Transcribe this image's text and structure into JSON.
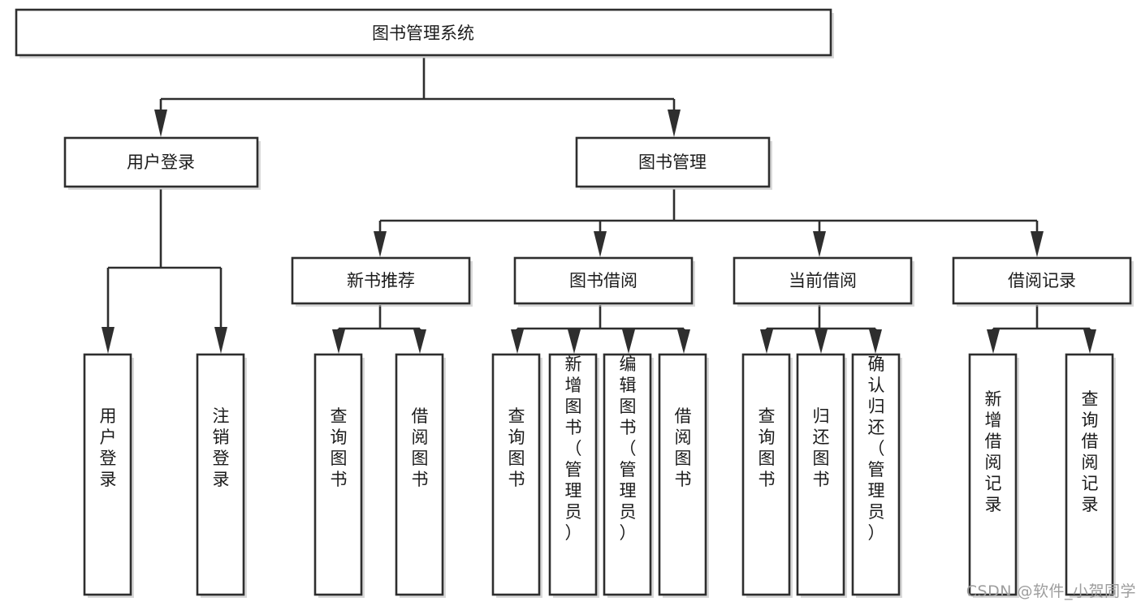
{
  "diagram": {
    "title": "图书管理系统",
    "type": "tree-hierarchy-diagram",
    "colors": {
      "box_stroke": "#2e2e2e",
      "box_fill": "#ffffff",
      "text": "#1b1b1b",
      "background": "#ffffff",
      "watermark": "#9d9d9d"
    },
    "root": {
      "label": "图书管理系统",
      "orientation": "horizontal"
    },
    "level2": [
      {
        "label": "用户登录",
        "orientation": "horizontal"
      },
      {
        "label": "图书管理",
        "orientation": "horizontal"
      }
    ],
    "level3": [
      {
        "label": "新书推荐",
        "orientation": "horizontal",
        "parent": "图书管理"
      },
      {
        "label": "图书借阅",
        "orientation": "horizontal",
        "parent": "图书管理"
      },
      {
        "label": "当前借阅",
        "orientation": "horizontal",
        "parent": "图书管理"
      },
      {
        "label": "借阅记录",
        "orientation": "horizontal",
        "parent": "图书管理"
      }
    ],
    "leaves": {
      "user_login": [
        {
          "label": "用户登录",
          "orientation": "vertical"
        },
        {
          "label": "注销登录",
          "orientation": "vertical"
        }
      ],
      "new_book_recommend": [
        {
          "label": "查询图书",
          "orientation": "vertical"
        },
        {
          "label": "借阅图书",
          "orientation": "vertical"
        }
      ],
      "book_borrow": [
        {
          "label": "查询图书",
          "orientation": "vertical"
        },
        {
          "label": "新增图书（管理员）",
          "orientation": "vertical"
        },
        {
          "label": "编辑图书（管理员）",
          "orientation": "vertical"
        },
        {
          "label": "借阅图书",
          "orientation": "vertical"
        }
      ],
      "current_borrow": [
        {
          "label": "查询图书",
          "orientation": "vertical"
        },
        {
          "label": "归还图书",
          "orientation": "vertical"
        },
        {
          "label": "确认归还（管理员）",
          "orientation": "vertical"
        }
      ],
      "borrow_record": [
        {
          "label": "新增借阅记录",
          "orientation": "vertical"
        },
        {
          "label": "查询借阅记录",
          "orientation": "vertical"
        }
      ]
    }
  },
  "watermark": {
    "text": "CSDN @软件_小贺同学"
  }
}
